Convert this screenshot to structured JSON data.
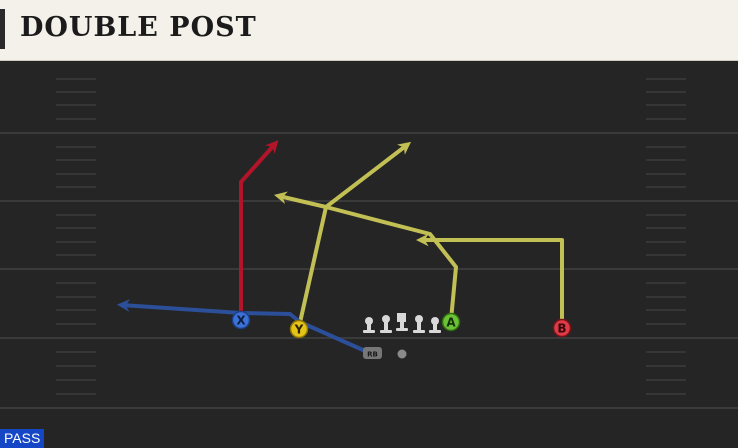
{
  "play": {
    "title": "DOUBLE POST",
    "type_label": "PASS"
  },
  "receivers": {
    "x": "X",
    "y": "Y",
    "a": "A",
    "b": "B"
  },
  "backfield": {
    "rb": "RB"
  },
  "colors": {
    "field": "#252525",
    "yard_line": "#3a3a3a",
    "route_red": "#b2152a",
    "route_yellow": "#c2c055",
    "route_blue": "#2c4f99",
    "x_circle": "#3c72d8",
    "y_circle": "#e6c317",
    "a_circle": "#6cc236",
    "b_circle": "#de3b47",
    "pass_tag": "#1546c6"
  }
}
